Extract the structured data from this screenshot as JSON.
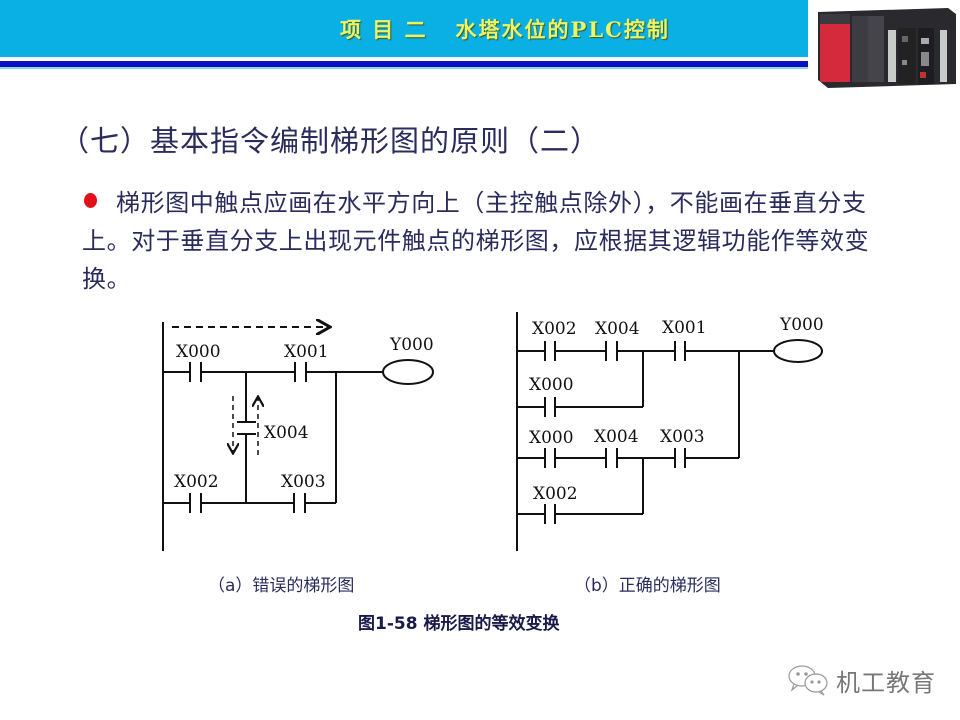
{
  "header": {
    "title": "项 目 二   水塔水位的PLC控制",
    "band_color": "#0ab0e4",
    "title_color": "#e8f56a",
    "rule_color": "#0a10c0",
    "image": "plc-hardware-photo"
  },
  "slide": {
    "title": "（七）基本指令编制梯形图的原则（二）",
    "bullet_text": "梯形图中触点应画在水平方向上（主控触点除外），不能画在垂直分支上。对于垂直分支上出现元件触点的梯形图，应根据其逻辑功能作等效变换。",
    "bullet_color": "#e0101a"
  },
  "diagram_a": {
    "caption": "（a）错误的梯形图",
    "labels": {
      "x000": "X000",
      "x001": "X001",
      "x002": "X002",
      "x003": "X003",
      "x004": "X004",
      "y000": "Y000"
    }
  },
  "diagram_b": {
    "caption": "（b）正确的梯形图",
    "labels": {
      "r1c1": "X002",
      "r1c2": "X004",
      "r1c3": "X001",
      "r2c1": "X000",
      "r3c1": "X000",
      "r3c2": "X004",
      "r3c3": "X003",
      "r4c1": "X002",
      "coil": "Y000"
    }
  },
  "figure": {
    "title": "图1-58  梯形图的等效变换"
  },
  "watermark": {
    "icon": "wechat-icon",
    "text": "机工教育"
  }
}
